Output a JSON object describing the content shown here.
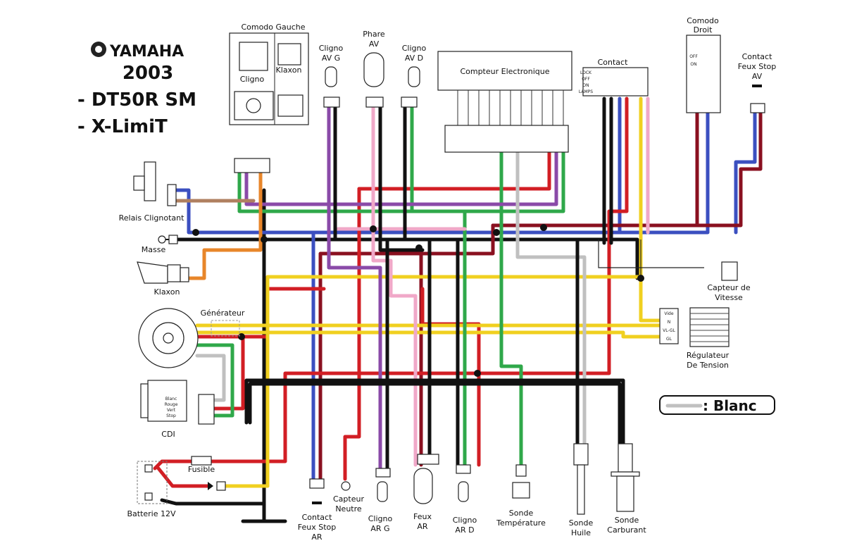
{
  "brand": {
    "logo": "YAMAHA",
    "year": "2003",
    "model1": "- DT50R SM",
    "model2": "- X-LimiT"
  },
  "components": {
    "comodo_gauche": "Comodo Gauche",
    "cligno_switch": "Cligno",
    "klaxon_switch": "Klaxon",
    "cligno_av_g": [
      "Cligno",
      "AV G"
    ],
    "phare_av": [
      "Phare",
      "AV"
    ],
    "cligno_av_d": [
      "Cligno",
      "AV D"
    ],
    "compteur": "Compteur Electronique",
    "contact": "Contact",
    "contact_positions": [
      "LOCK",
      "OFF",
      "ON",
      "LAMPS"
    ],
    "comodo_droit": [
      "Comodo",
      "Droit"
    ],
    "comodo_droit_positions": [
      "OFF",
      "ON"
    ],
    "contact_stop_av": [
      "Contact",
      "Feux Stop",
      "AV"
    ],
    "relais": "Relais Clignotant",
    "masse": "Masse",
    "klaxon": "Klaxon",
    "generateur": "Générateur",
    "cdi": "CDI",
    "cdi_pins": [
      "Blanc",
      "Rouge",
      "Vert",
      "Stop"
    ],
    "fusible": "Fusible",
    "batterie": "Batterie 12V",
    "capteur_vitesse": [
      "Capteur de",
      "Vitesse"
    ],
    "regulateur": [
      "Régulateur",
      "De Tension"
    ],
    "regulateur_pins": [
      "Vide",
      "N",
      "VL-GL",
      "GL"
    ],
    "contact_stop_ar": [
      "Contact",
      "Feux Stop",
      "AR"
    ],
    "capteur_neutre": [
      "Capteur",
      "Neutre"
    ],
    "cligno_ar_g": [
      "Cligno",
      "AR G"
    ],
    "feux_ar": [
      "Feux",
      "AR"
    ],
    "cligno_ar_d": [
      "Cligno",
      "AR D"
    ],
    "sonde_temp": [
      "Sonde",
      "Température"
    ],
    "sonde_huile": [
      "Sonde",
      "Huile"
    ],
    "sonde_carburant": [
      "Sonde",
      "Carburant"
    ]
  },
  "legend": {
    "label": ": Blanc",
    "color": "#c0c0c0"
  },
  "wire_colors": {
    "black": "#111111",
    "blue": "#3b4fc0",
    "maroon": "#8a1020",
    "red": "#d21e24",
    "yellow": "#f0d020",
    "green": "#2fa84a",
    "purple": "#8a4aa8",
    "pink": "#f0a8c8",
    "orange": "#e8862a",
    "brown": "#b08060",
    "gray": "#c0c0c0"
  }
}
